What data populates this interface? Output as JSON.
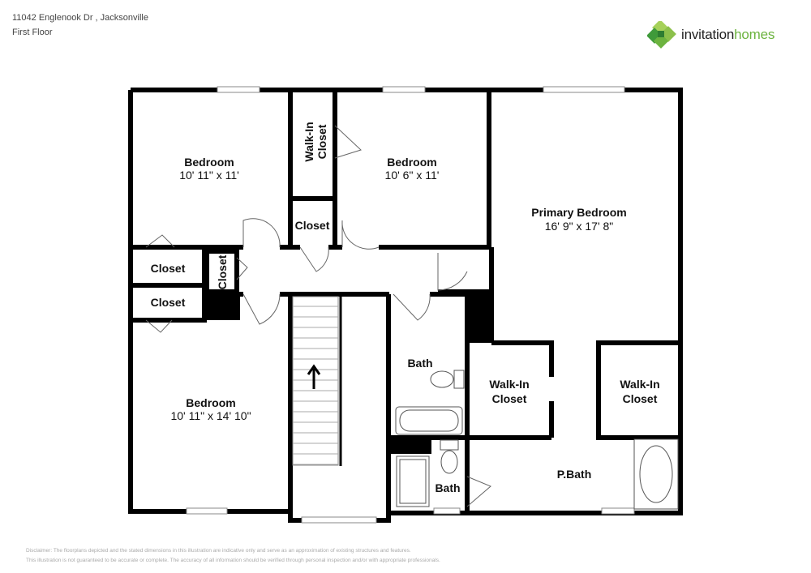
{
  "header": {
    "address": "11042 Englenook Dr , Jacksonville",
    "floor": "First Floor"
  },
  "logo": {
    "text_a": "invitation",
    "text_b": "homes",
    "colors": [
      "#6cb33f",
      "#3f9a3a",
      "#a6d15a"
    ]
  },
  "rooms": {
    "bedroom1": {
      "name": "Bedroom",
      "dims": "10' 11\" x 11'"
    },
    "bedroom2": {
      "name": "Bedroom",
      "dims": "10' 6\" x 11'"
    },
    "bedroom3": {
      "name": "Bedroom",
      "dims": "10' 11\" x 14' 10\""
    },
    "primary": {
      "name": "Primary Bedroom",
      "dims": "16' 9\" x 17' 8\""
    },
    "walkin_top": {
      "name": "Walk-In Closet",
      "line1": "Walk-In",
      "line2": "Closet"
    },
    "closet_mid": {
      "name": "Closet"
    },
    "closet_left1": {
      "name": "Closet"
    },
    "closet_left2": {
      "name": "Closet"
    },
    "closet_vert": {
      "name": "Closet"
    },
    "bath1": {
      "name": "Bath"
    },
    "bath2": {
      "name": "Bath"
    },
    "walkin_a": {
      "line1": "Walk-In",
      "line2": "Closet"
    },
    "walkin_b": {
      "line1": "Walk-In",
      "line2": "Closet"
    },
    "pbath": {
      "name": "P.Bath"
    }
  },
  "disclaimer": {
    "line1": "Disclaimer: The floorplans depicted and the stated dimensions in this illustration are indicative only and serve as an approximation of existing structures and features.",
    "line2": "This illustration is not guaranteed to be accurate or complete. The accuracy of all information should be verified through personal inspection and/or with appropriate professionals."
  }
}
